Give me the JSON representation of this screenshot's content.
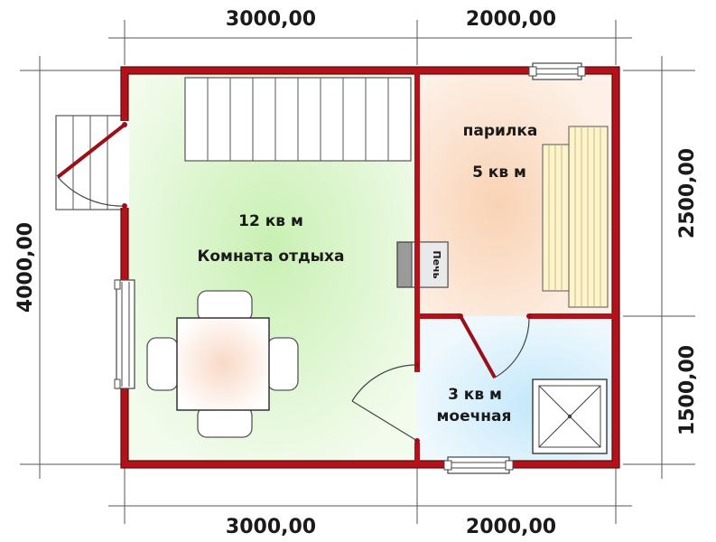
{
  "dimensions": {
    "top_left": "3000,00",
    "top_right": "2000,00",
    "bottom_left": "3000,00",
    "bottom_right": "2000,00",
    "left_total": "4000,00",
    "right_upper": "2500,00",
    "right_lower": "1500,00"
  },
  "rooms": {
    "lounge_area": "12 кв м",
    "lounge_name": "Комната отдыха",
    "steam_name": "парилка",
    "steam_area": "5 кв м",
    "wash_area": "3 кв м",
    "wash_name": "моечная"
  },
  "stove_label": "Печь",
  "colors": {
    "wall": "#b3121b",
    "lounge_fill": "#dff5d2",
    "steam_fill": "#fbe6d3",
    "wash_fill": "#dff1fb"
  }
}
